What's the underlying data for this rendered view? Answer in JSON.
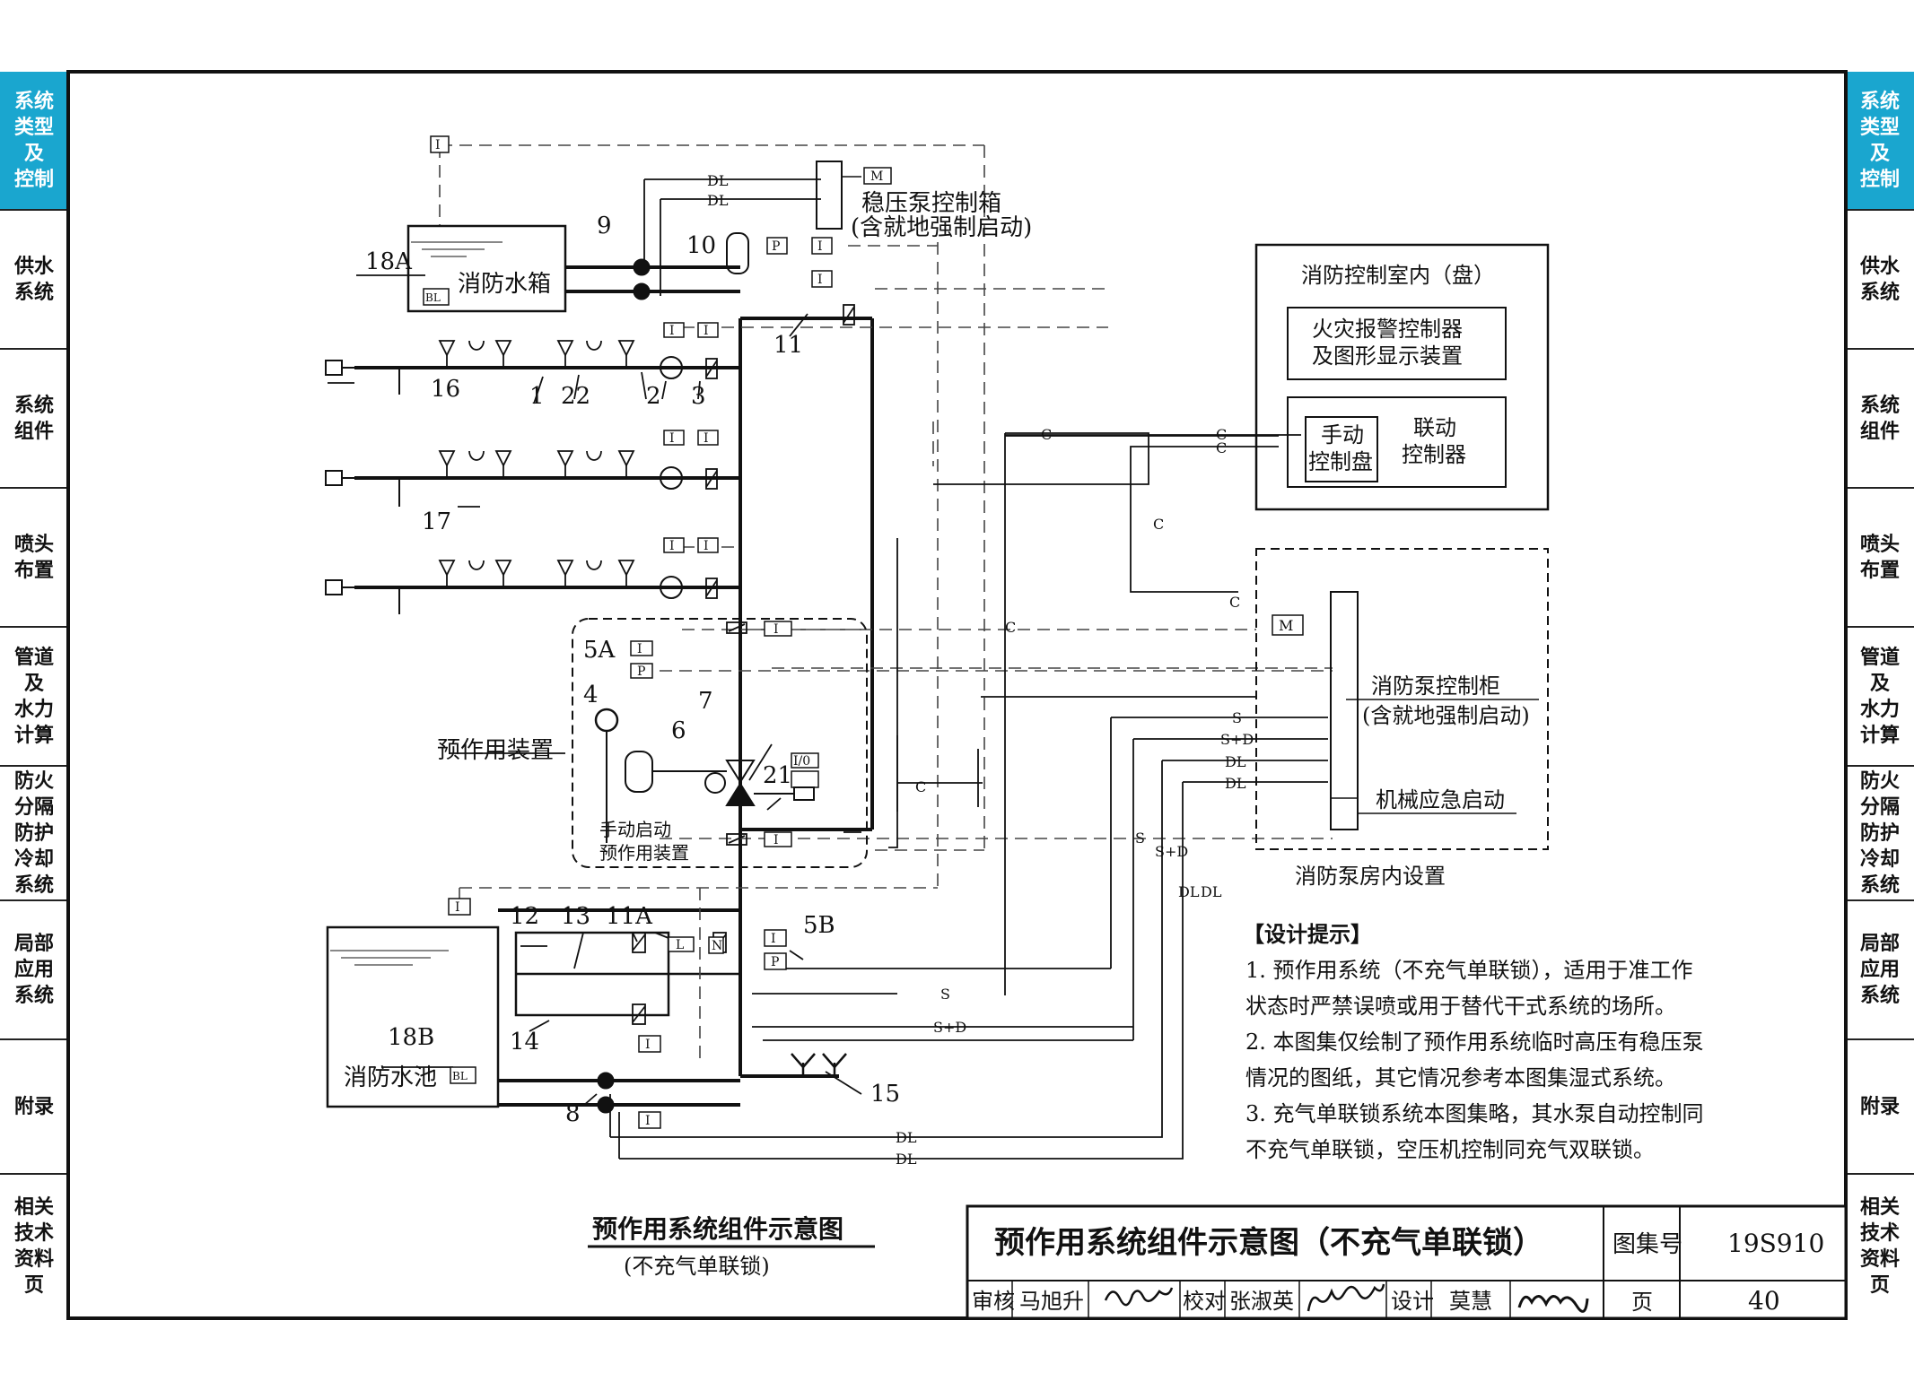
{
  "side_tabs": [
    {
      "label": "系统\n类型\n及\n控制",
      "active": true
    },
    {
      "label": "供水\n系统",
      "active": false
    },
    {
      "label": "系统\n组件",
      "active": false
    },
    {
      "label": "喷头\n布置",
      "active": false
    },
    {
      "label": "管道\n及\n水力\n计算",
      "active": false
    },
    {
      "label": "防火\n分隔\n防护\n冷却\n系统",
      "active": false
    },
    {
      "label": "局部\n应用\n系统",
      "active": false
    },
    {
      "label": "附录",
      "active": false
    },
    {
      "label": "相关\n技术\n资料\n页",
      "active": false
    }
  ],
  "diagram": {
    "tank_label": "消防水箱",
    "pool_label": "消防水池",
    "stab_box_line1": "稳压泵控制箱",
    "stab_box_line2": "(含就地强制启动)",
    "ctrl_room_title": "消防控制室内（盘）",
    "fire_alarm_line1": "火灾报警控制器",
    "fire_alarm_line2": "及图形显示装置",
    "manual_line1": "手动",
    "manual_line2": "控制盘",
    "linkage_line1": "联动",
    "linkage_line2": "控制器",
    "pump_cab_line1": "消防泵控制柜",
    "pump_cab_line2": "(含就地强制启动)",
    "mech_start": "机械应急启动",
    "pump_room": "消防泵房内设置",
    "preaction_device": "预作用装置",
    "manual_start_line1": "手动启动",
    "manual_start_line2": "预作用装置",
    "numbers": {
      "n18A": "18A",
      "n9": "9",
      "n10": "10",
      "n16": "16",
      "n1": "1",
      "n22": "22",
      "n2": "2",
      "n3": "3",
      "n11": "11",
      "n17": "17",
      "n5A": "5A",
      "n4": "4",
      "n6": "6",
      "n7": "7",
      "n21": "21",
      "n12": "12",
      "n13": "13",
      "n11A": "11A",
      "n5B": "5B",
      "n14": "14",
      "n18B": "18B",
      "n8": "8",
      "n15": "15"
    },
    "signals": {
      "DL": "DL",
      "C": "C",
      "S": "S",
      "SD": "S+D",
      "M": "M",
      "P": "P",
      "I": "I",
      "L": "L",
      "IO": "I/0",
      "BL": "BL",
      "N": "N"
    }
  },
  "design_notes": {
    "heading": "【设计提示】",
    "lines": [
      "1.  预作用系统（不充气单联锁），适用于准工作",
      "状态时严禁误喷或用于替代干式系统的场所。",
      "2.  本图集仅绘制了预作用系统临时高压有稳压泵",
      "情况的图纸，其它情况参考本图集湿式系统。",
      "3.  充气单联锁系统本图集略，其水泵自动控制同",
      "不充气单联锁，空压机控制同充气双联锁。"
    ]
  },
  "caption": {
    "title": "预作用系统组件示意图",
    "subtitle": "(不充气单联锁)"
  },
  "title_block": {
    "title": "预作用系统组件示意图（不充气单联锁）",
    "atlas_label": "图集号",
    "atlas_no": "19S910",
    "page_label": "页",
    "page_no": "40",
    "review_label": "审核",
    "reviewer": "马旭升",
    "check_label": "校对",
    "checker": "张淑英",
    "design_label": "设计",
    "designer": "莫慧"
  }
}
